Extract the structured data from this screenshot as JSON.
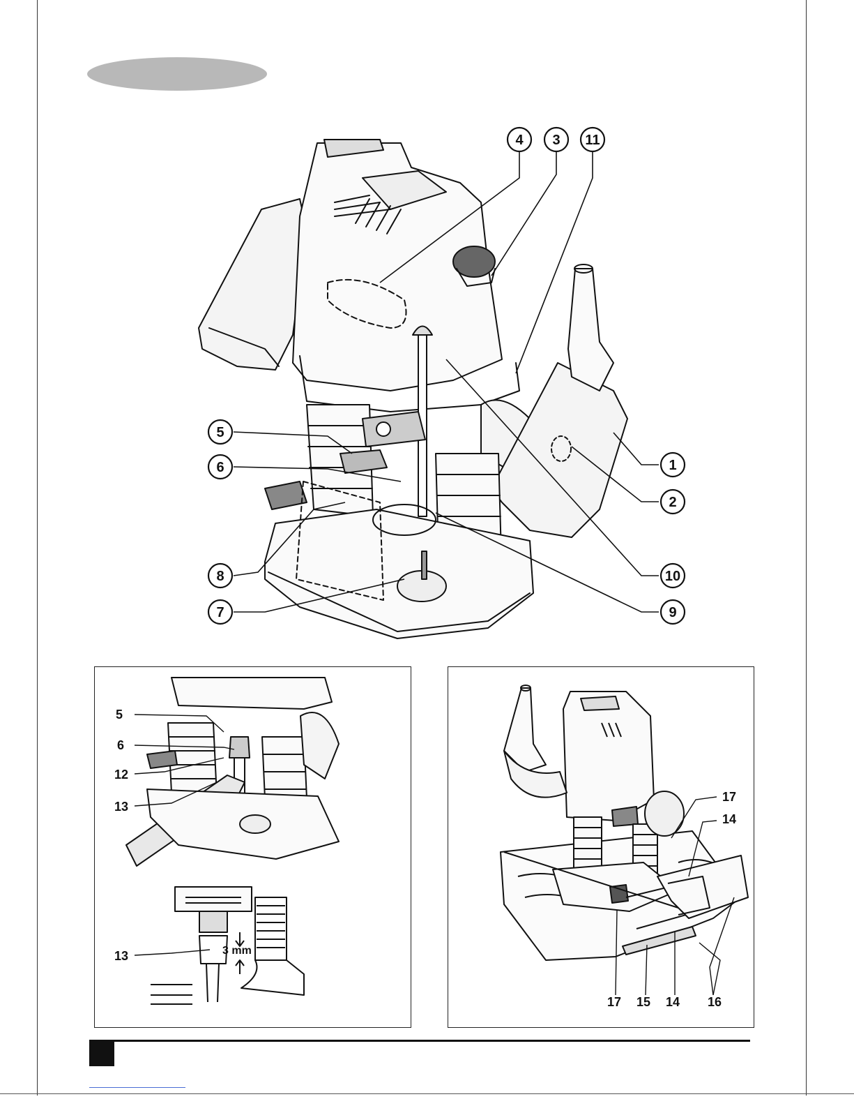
{
  "main_callouts": [
    {
      "id": "c4",
      "label": "4"
    },
    {
      "id": "c3",
      "label": "3"
    },
    {
      "id": "c11",
      "label": "11"
    },
    {
      "id": "c5",
      "label": "5"
    },
    {
      "id": "c6",
      "label": "6"
    },
    {
      "id": "c8",
      "label": "8"
    },
    {
      "id": "c7",
      "label": "7"
    },
    {
      "id": "c1",
      "label": "1"
    },
    {
      "id": "c2",
      "label": "2"
    },
    {
      "id": "c10",
      "label": "10"
    },
    {
      "id": "c9",
      "label": "9"
    }
  ],
  "panel_left": {
    "labels": {
      "l5": "5",
      "l6": "6",
      "l12": "12",
      "l13a": "13",
      "l13b": "13"
    },
    "dimension": "3 mm"
  },
  "panel_right": {
    "labels": {
      "r17a": "17",
      "r14a": "14",
      "r17b": "17",
      "r15": "15",
      "r14b": "14",
      "r16": "16"
    }
  },
  "colors": {
    "ink": "#111111",
    "pill": "#b8b8b8",
    "link": "#4a6cd4"
  }
}
